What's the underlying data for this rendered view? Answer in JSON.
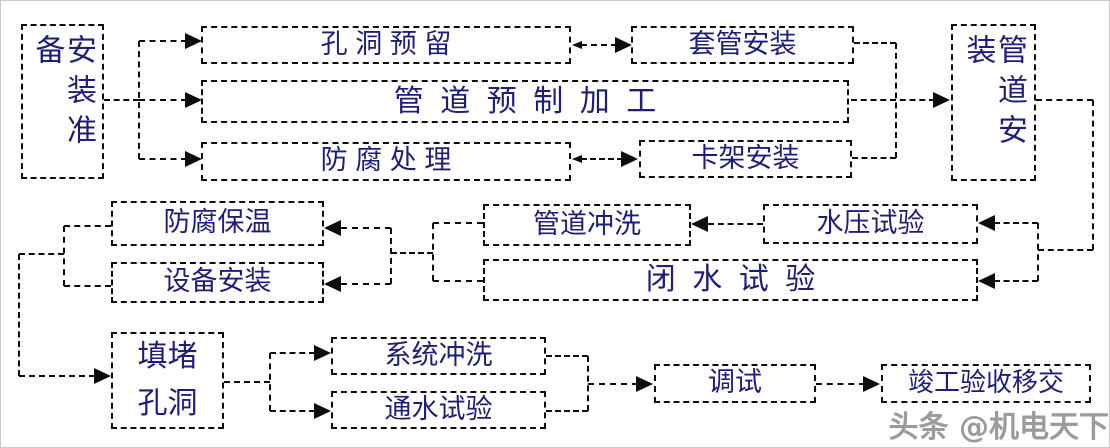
{
  "diagram": {
    "type": "flowchart",
    "description": "Pipe installation construction process flowchart (dashed boxes and dashed arrows)"
  },
  "nodes": {
    "prep": {
      "label": "安装准备"
    },
    "hole_reserve": {
      "label": "孔洞预留"
    },
    "sleeve_install": {
      "label": "套管安装"
    },
    "pipe_prefab": {
      "label": "管道预制加工"
    },
    "anticorrosion": {
      "label": "防腐处理"
    },
    "bracket_install": {
      "label": "卡架安装"
    },
    "pipe_install": {
      "label": "管道安装"
    },
    "insulation": {
      "label": "防腐保温"
    },
    "equipment": {
      "label": "设备安装"
    },
    "pipe_flush": {
      "label": "管道冲洗"
    },
    "hydro_test": {
      "label": "水压试验"
    },
    "closed_water": {
      "label": "闭水试验"
    },
    "fill_holes": {
      "label": "填堵孔洞"
    },
    "system_flush": {
      "label": "系统冲洗"
    },
    "water_test": {
      "label": "通水试验"
    },
    "commissioning": {
      "label": "调试"
    },
    "handover": {
      "label": "竣工验收移交"
    }
  },
  "watermark": {
    "text": "头条 @机电天下"
  },
  "colors": {
    "node_text": "#1e1e78",
    "line": "#0d0d0d",
    "background": "#ffffff",
    "watermark": "#9b9b9b"
  }
}
